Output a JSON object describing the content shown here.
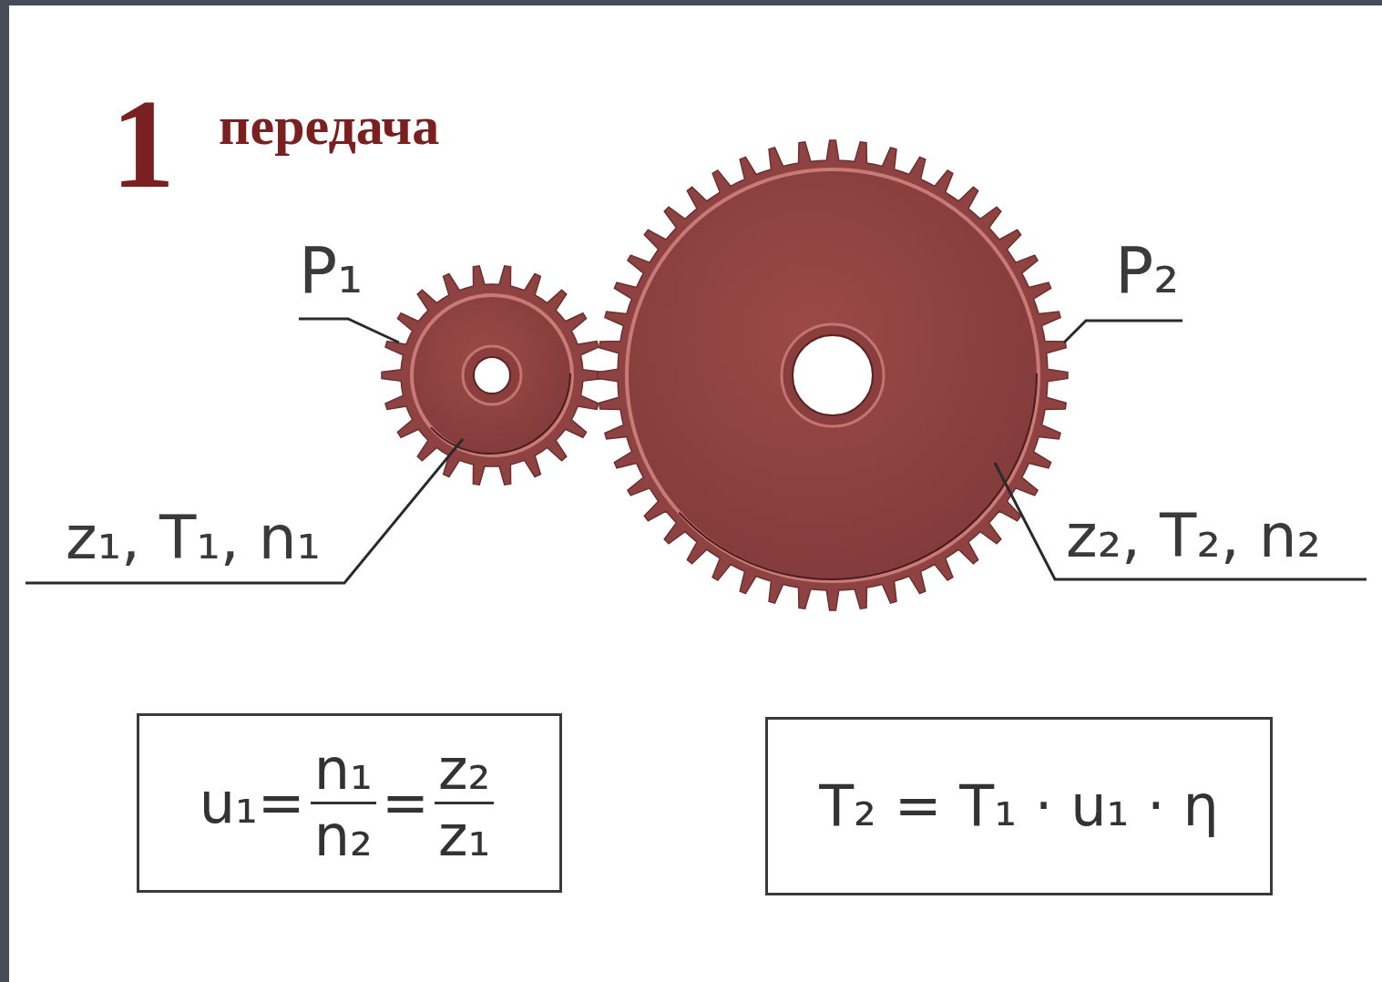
{
  "diagram": {
    "nodes": [
      {
        "text": [
          "u₁=",
          "n₁",
          "n₂",
          "=",
          "z₂",
          "z₁"
        ]
      },
      {
        "text": [
          "T₂ = T₁ · u₁ · η"
        ]
      }
    ],
    "labels": [
      "1",
      "передача",
      "P₁",
      "P₂",
      "z₁, T₁, n₁",
      "z₂, T₂, n₂"
    ]
  }
}
